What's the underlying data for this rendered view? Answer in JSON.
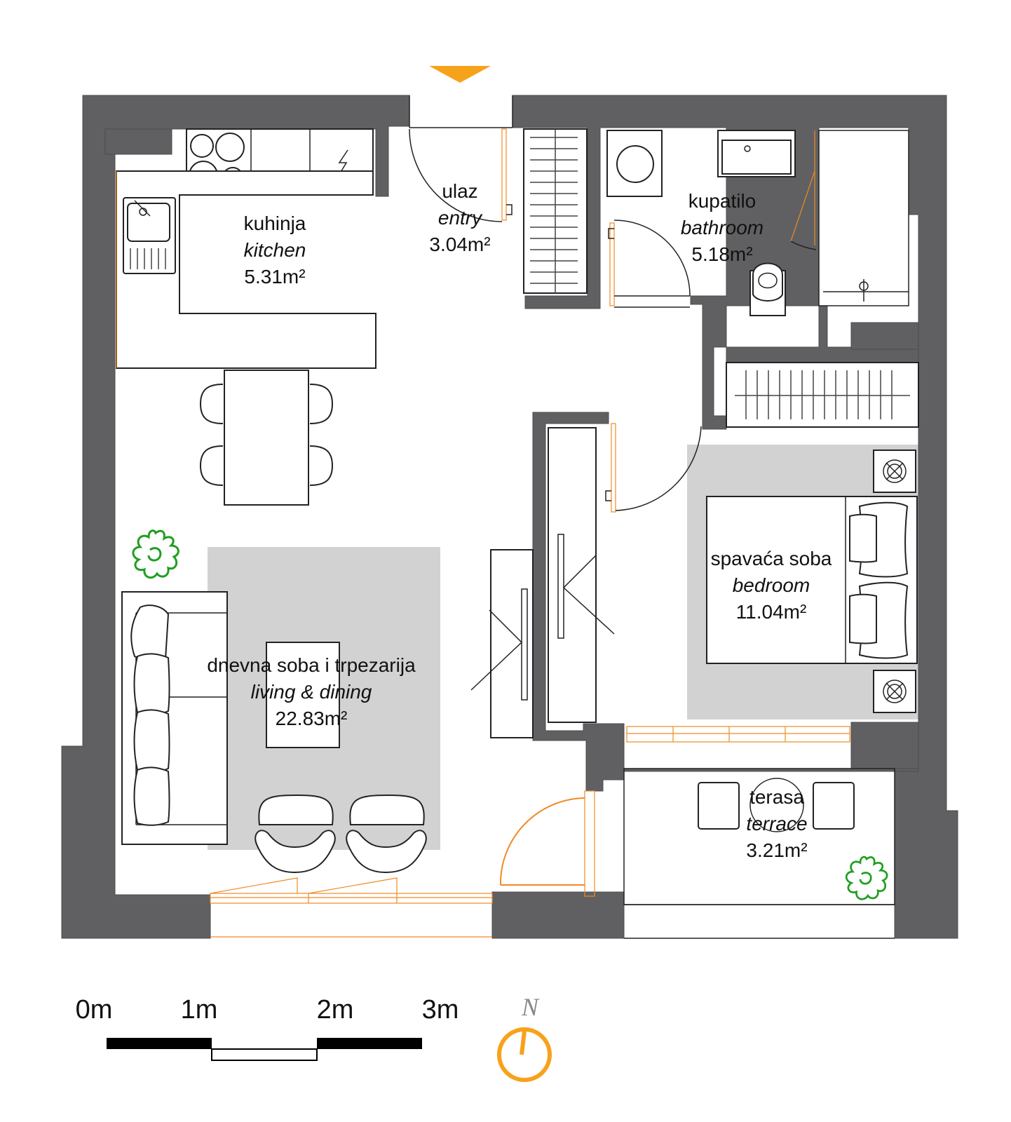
{
  "rooms": {
    "kitchen": {
      "name_local": "kuhinja",
      "name_en": "kitchen",
      "area": "5.31m²"
    },
    "entry": {
      "name_local": "ulaz",
      "name_en": "entry",
      "area": "3.04m²"
    },
    "bathroom": {
      "name_local": "kupatilo",
      "name_en": "bathroom",
      "area": "5.18m²"
    },
    "bedroom": {
      "name_local": "spavaća soba",
      "name_en": "bedroom",
      "area": "11.04m²"
    },
    "living": {
      "name_local": "dnevna soba i trpezarija",
      "name_en": "living & dining",
      "area": "22.83m²"
    },
    "terrace": {
      "name_local": "terasa",
      "name_en": "terrace",
      "area": "3.21m²"
    }
  },
  "scale": {
    "labels": [
      "0m",
      "1m",
      "2m",
      "3m"
    ]
  },
  "compass": {
    "label": "N"
  },
  "colors": {
    "wall": "#606062",
    "door": "#f08a24",
    "rug": "#d2d2d2",
    "plant": "#1f9e1f",
    "entry_marker": "#f7a21b"
  },
  "icons": [
    "entry-arrow-icon",
    "compass-icon",
    "plant-icon",
    "hob-icon",
    "sink-icon",
    "washing-machine-icon",
    "toilet-icon",
    "lamp-icon"
  ]
}
